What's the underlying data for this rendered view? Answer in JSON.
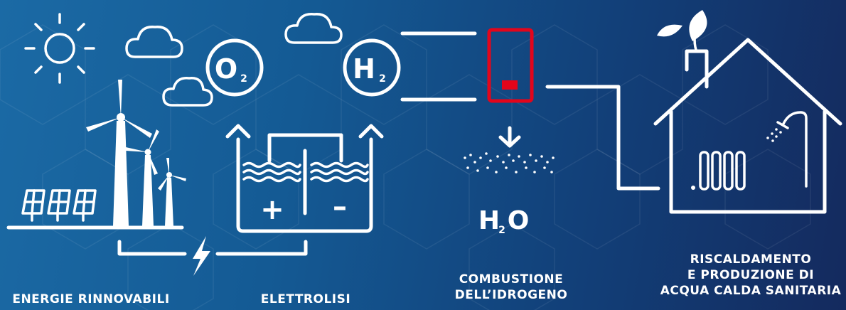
{
  "labels": {
    "renewables": "ENERGIE RINNOVABILI",
    "electrolysis": "ELETTROLISI",
    "combustion": [
      "COMBUSTIONE",
      "DELL’IDROGENO"
    ],
    "heating": [
      "RISCALDAMENTO",
      "E PRODUZIONE DI",
      "ACQUA CALDA SANITARIA"
    ]
  },
  "molecules": {
    "oxygen": {
      "symbol": "O",
      "subscript": "2"
    },
    "hydrogen": {
      "symbol": "H",
      "subscript": "2"
    },
    "water": {
      "symbol": "H",
      "subscript": "2",
      "suffix": "O"
    }
  },
  "cell_signs": {
    "plus": "+",
    "minus": "–"
  },
  "colors": {
    "line": "#ffffff",
    "boiler_accent": "#e3051b"
  },
  "icons": [
    "sun-icon",
    "cloud-icon",
    "wind-turbine-icon",
    "solar-panel-icon",
    "lightning-icon",
    "electrolyzer-icon",
    "boiler-icon",
    "flame-icon",
    "house-icon",
    "radiator-icon",
    "shower-icon",
    "leaf-icon"
  ]
}
